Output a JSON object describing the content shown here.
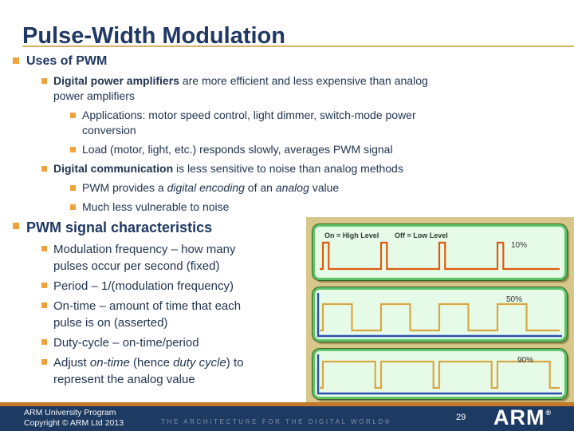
{
  "slide": {
    "title": "Pulse-Width Modulation"
  },
  "sections": [
    {
      "heading": "Uses of PWM",
      "bullets": [
        {
          "level": 2,
          "segments": [
            {
              "t": "Digital power amplifiers",
              "b": 1
            },
            {
              "t": " are more efficient and less expensive than analog\npower amplifiers"
            }
          ]
        },
        {
          "level": 3,
          "segments": [
            {
              "t": "Applications: motor speed control, light dimmer, switch-mode power\nconversion"
            }
          ]
        },
        {
          "level": 3,
          "segments": [
            {
              "t": "Load (motor, light, etc.) responds slowly, averages PWM signal"
            }
          ]
        },
        {
          "level": 2,
          "segments": [
            {
              "t": "Digital communication",
              "b": 1
            },
            {
              "t": " is less sensitive to noise than analog methods"
            }
          ]
        },
        {
          "level": 3,
          "segments": [
            {
              "t": "PWM provides a "
            },
            {
              "t": "digital encoding",
              "i": 1
            },
            {
              "t": " of an "
            },
            {
              "t": "analog",
              "i": 1
            },
            {
              "t": " value"
            }
          ]
        },
        {
          "level": 3,
          "segments": [
            {
              "t": "Much less vulnerable to noise"
            }
          ]
        }
      ]
    },
    {
      "heading": "PWM signal characteristics",
      "bullets": [
        {
          "level": 2,
          "segments": [
            {
              "t": "Modulation frequency – how many\npulses occur per second (fixed)"
            }
          ]
        },
        {
          "level": 2,
          "segments": [
            {
              "t": "Period – 1/(modulation frequency)"
            }
          ]
        },
        {
          "level": 2,
          "segments": [
            {
              "t": "On-time – amount of time that each\npulse is on (asserted)"
            }
          ]
        },
        {
          "level": 2,
          "segments": [
            {
              "t": "Duty-cycle – on-time/period"
            }
          ]
        },
        {
          "level": 2,
          "segments": [
            {
              "t": "Adjust "
            },
            {
              "t": "on-time",
              "i": 1
            },
            {
              "t": " (hence "
            },
            {
              "t": "duty cycle",
              "i": 1
            },
            {
              "t": ") to\nrepresent the analog value"
            }
          ]
        }
      ]
    }
  ],
  "diagram": {
    "panels": [
      {
        "duty_percent": 10,
        "duty_label": "10%",
        "legend_on": "On = High Level",
        "legend_off": "Off = Low Level",
        "axis": false,
        "wave_color": "#de5a0f"
      },
      {
        "duty_percent": 50,
        "duty_label": "50%",
        "axis": true,
        "wave_color": "#d9a742"
      },
      {
        "duty_percent": 90,
        "duty_label": "90%",
        "axis": true,
        "wave_color": "#d9a742"
      }
    ],
    "colors": {
      "background": "#d8c78a",
      "panel_fill": "#e6fae8",
      "panel_border": "#5ec36a",
      "axis_blue": "#2b4fae",
      "wave_orange": "#de5a0f",
      "wave_gold": "#d9a742"
    }
  },
  "footer": {
    "program": "ARM University Program",
    "copyright": "Copyright © ARM Ltd 2013",
    "tagline": "THE ARCHITECTURE FOR THE DIGITAL WORLD®",
    "page_number": "29",
    "logo_text": "ARM",
    "registered_mark": "®",
    "colors": {
      "bar": "#c4782a",
      "background": "#1d3a62",
      "title": "#1f3864",
      "bullet": "#f0a23a",
      "rule": "#d6b267"
    }
  }
}
